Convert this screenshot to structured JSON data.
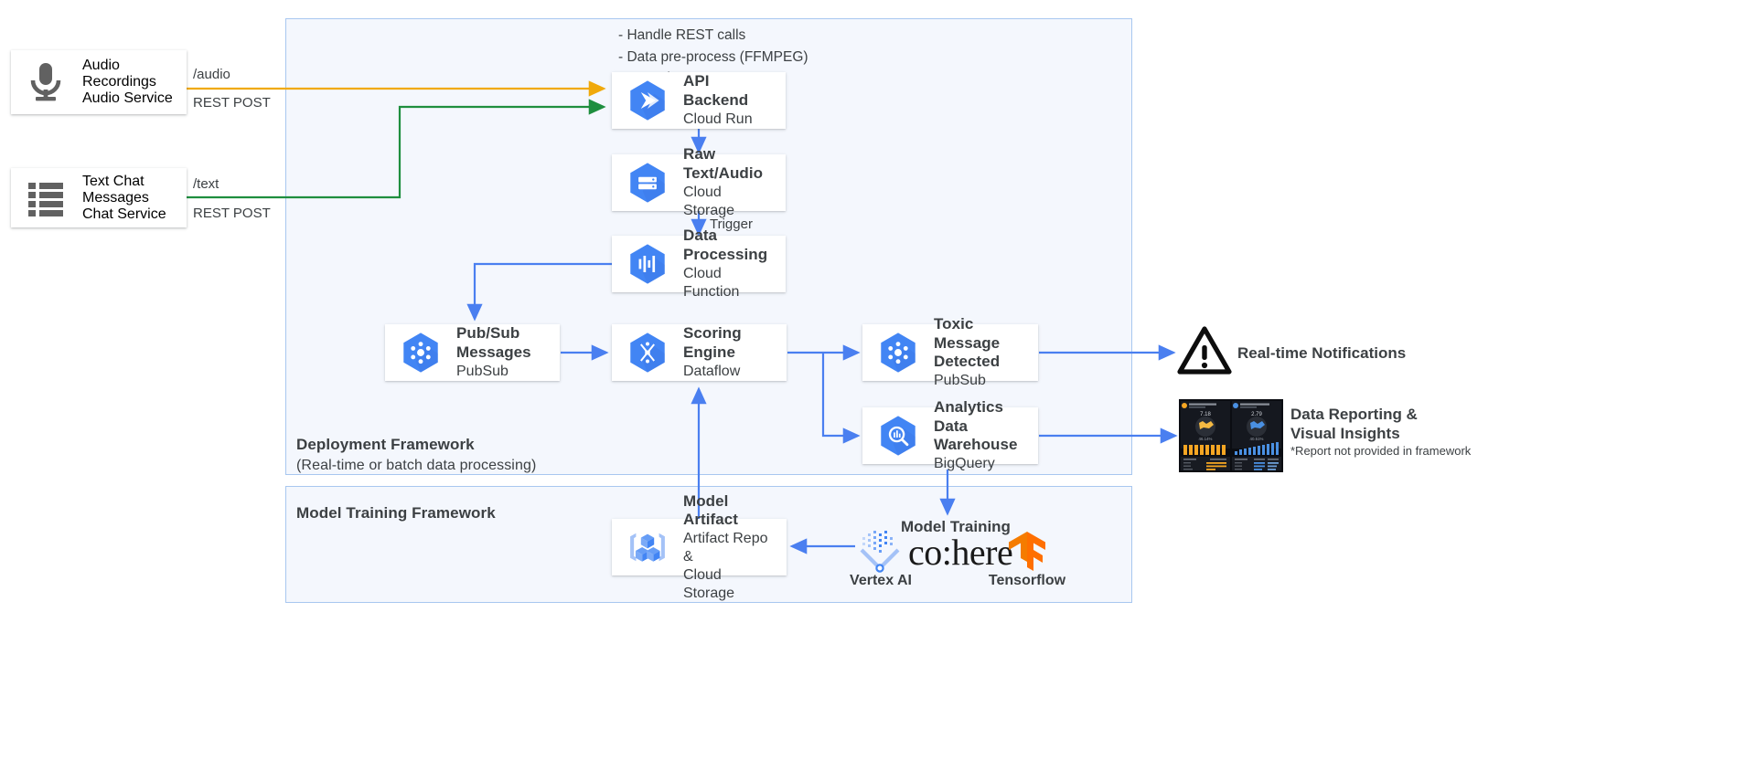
{
  "sources": [
    {
      "id": "audio-recordings",
      "icon": "microphone-icon",
      "title_line1": "Audio",
      "title_line2": "Recordings",
      "subtitle": "Audio Service",
      "endpoint": "/audio",
      "method": "REST POST",
      "wire_color": "#f0a90b"
    },
    {
      "id": "text-chat-messages",
      "icon": "chat-list-icon",
      "title_line1": "Text Chat",
      "title_line2": "Messages",
      "subtitle": "Chat Service",
      "endpoint": "/text",
      "method": "REST POST",
      "wire_color": "#1e8e3e"
    }
  ],
  "annotations": {
    "api_backend_notes": [
      "-  Handle REST calls",
      "-  Data pre-process (FFMPEG)",
      "-  Speech-to-Text API"
    ],
    "trigger_label": "Trigger"
  },
  "frameworks": {
    "deployment": {
      "title": "Deployment Framework",
      "subtitle": "(Real-time or batch data processing)"
    },
    "training": {
      "title": "Model Training Framework",
      "subtitle": ""
    }
  },
  "nodes": {
    "api_backend": {
      "icon": "cloud-run-icon",
      "title": "API Backend",
      "subtitle": "Cloud Run"
    },
    "raw_storage": {
      "icon": "cloud-storage-icon",
      "title": "Raw Text/Audio",
      "subtitle": "Cloud Storage"
    },
    "data_processing": {
      "icon": "cloud-function-icon",
      "title_line1": "Data",
      "title_line2": "Processing",
      "subtitle": "Cloud Function"
    },
    "pubsub_messages": {
      "icon": "pubsub-icon",
      "title_line1": "Pub/Sub",
      "title_line2": "Messages",
      "subtitle": "PubSub"
    },
    "scoring_engine": {
      "icon": "dataflow-icon",
      "title": "Scoring Engine",
      "subtitle": "Dataflow"
    },
    "toxic_detected": {
      "icon": "pubsub-icon",
      "title_line1": "Toxic Message",
      "title_line2": "Detected",
      "subtitle": "PubSub"
    },
    "analytics_warehouse": {
      "icon": "bigquery-icon",
      "title_line1": "Analytics Data",
      "title_line2": "Warehouse",
      "subtitle": "BigQuery"
    },
    "model_artifact": {
      "icon": "artifact-registry-icon",
      "title": "Model Artifact",
      "subtitle_line1": "Artifact Repo &",
      "subtitle_line2": "Cloud Storage"
    }
  },
  "outputs": {
    "notifications": {
      "icon": "warning-triangle-icon",
      "label": "Real-time Notifications"
    },
    "reporting": {
      "icon": "dashboard-thumbnail-icon",
      "label_line1": "Data Reporting &",
      "label_line2": "Visual Insights",
      "note_line1": "*Report not provided in",
      "note_line2": "framework"
    }
  },
  "model_training": {
    "title": "Model Training",
    "vendors": [
      {
        "id": "vertex-ai",
        "icon": "vertex-ai-icon",
        "caption": "Vertex AI"
      },
      {
        "id": "cohere",
        "icon": "cohere-logo",
        "caption": "",
        "wordmark": "co:here"
      },
      {
        "id": "tensorflow",
        "icon": "tensorflow-icon",
        "caption": "Tensorflow"
      }
    ]
  },
  "colors": {
    "gcp_blue": "#4285f4",
    "arrow_blue": "#4a7ff0",
    "framework_fill": "#f4f7fd",
    "framework_border": "#a8c7f0",
    "green_wire": "#1e8e3e",
    "orange_wire": "#f0a90b",
    "tensorflow_orange": "#ff6f00",
    "text": "#3c4043"
  }
}
